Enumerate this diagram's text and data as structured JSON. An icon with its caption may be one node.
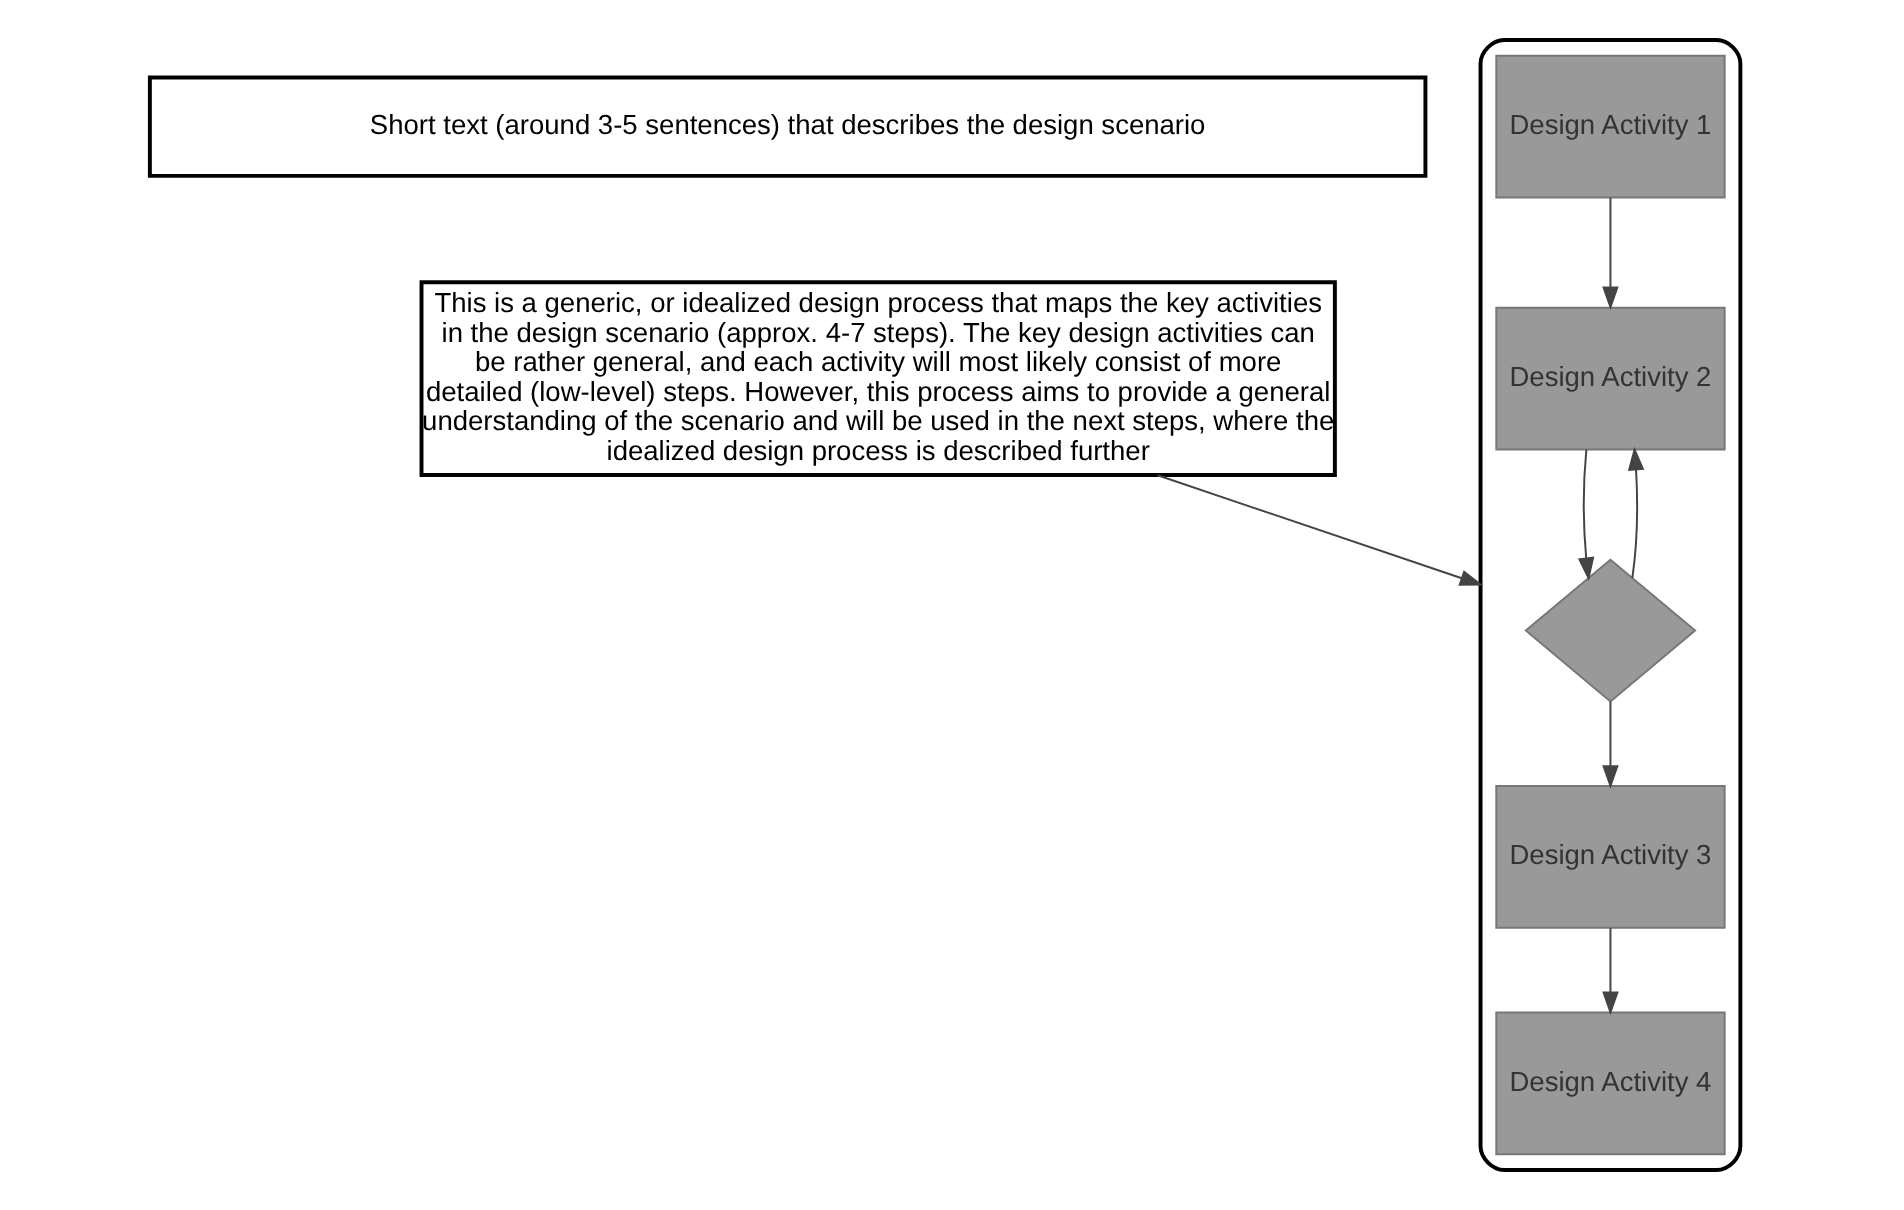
{
  "diagram": {
    "nodes": [
      {
        "text": [
          "Short text (around 3-5 sentences) that describes the design scenario"
        ]
      },
      {
        "text": [
          "This is a generic, or idealized design process that maps the key activities in the design scenario (approx. 4-7 steps). The key design activities can be rather general, and each activity will most likely consist of more detailed (low-level) steps. However, this process aims to provide a general understanding of the scenario and will be used in the next steps, where the idealized design process is described further"
        ]
      },
      {
        "text": [],
        "shape": "ellipse"
      },
      {
        "text": [
          "Design Activity 1"
        ],
        "in": 2
      },
      {
        "text": [
          "Design Activity 2"
        ],
        "in": 2
      },
      {
        "text": [],
        "shape": "diamond",
        "in": 2
      },
      {
        "text": [
          "Design Activity 3"
        ],
        "in": 2
      },
      {
        "text": [
          "Design Activity 4"
        ],
        "in": 2
      }
    ],
    "edges": [
      {
        "from": 1,
        "to": 2,
        "arrow": "to"
      },
      {
        "from": 3,
        "to": 4,
        "arrow": "to"
      },
      {
        "from": 4,
        "to": 5,
        "arrow": "to"
      },
      {
        "from": 5,
        "to": 4,
        "arrow": "to"
      },
      {
        "from": 5,
        "to": 6,
        "arrow": "to"
      },
      {
        "from": 6,
        "to": 7,
        "arrow": "to"
      }
    ]
  }
}
